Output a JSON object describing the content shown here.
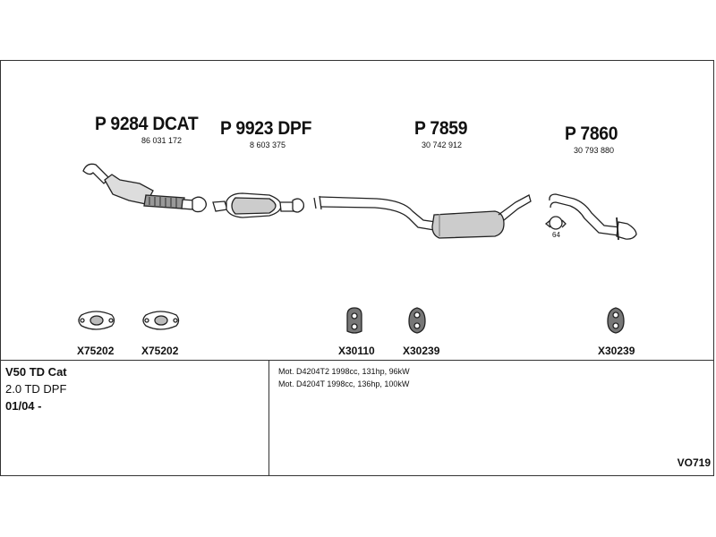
{
  "parts": [
    {
      "number": "P 9284 DCAT",
      "oe": "86 031 172"
    },
    {
      "number": "P 9923 DPF",
      "oe": "8 603 375"
    },
    {
      "number": "P 7859",
      "oe": "30 742 912"
    },
    {
      "number": "P 7860",
      "oe": "30 793 880"
    }
  ],
  "clamp_code": "64",
  "accessories": [
    "X75202",
    "X75202",
    "X30110",
    "X30239",
    "X30239"
  ],
  "vehicle": {
    "model": "V50 TD Cat",
    "engine": "2.0 TD DPF",
    "year": "01/04 -"
  },
  "engines": [
    "Mot. D4204T2 1998cc, 131hp, 96kW",
    "Mot. D4204T 1998cc, 136hp, 100kW"
  ],
  "reference": "VO719"
}
